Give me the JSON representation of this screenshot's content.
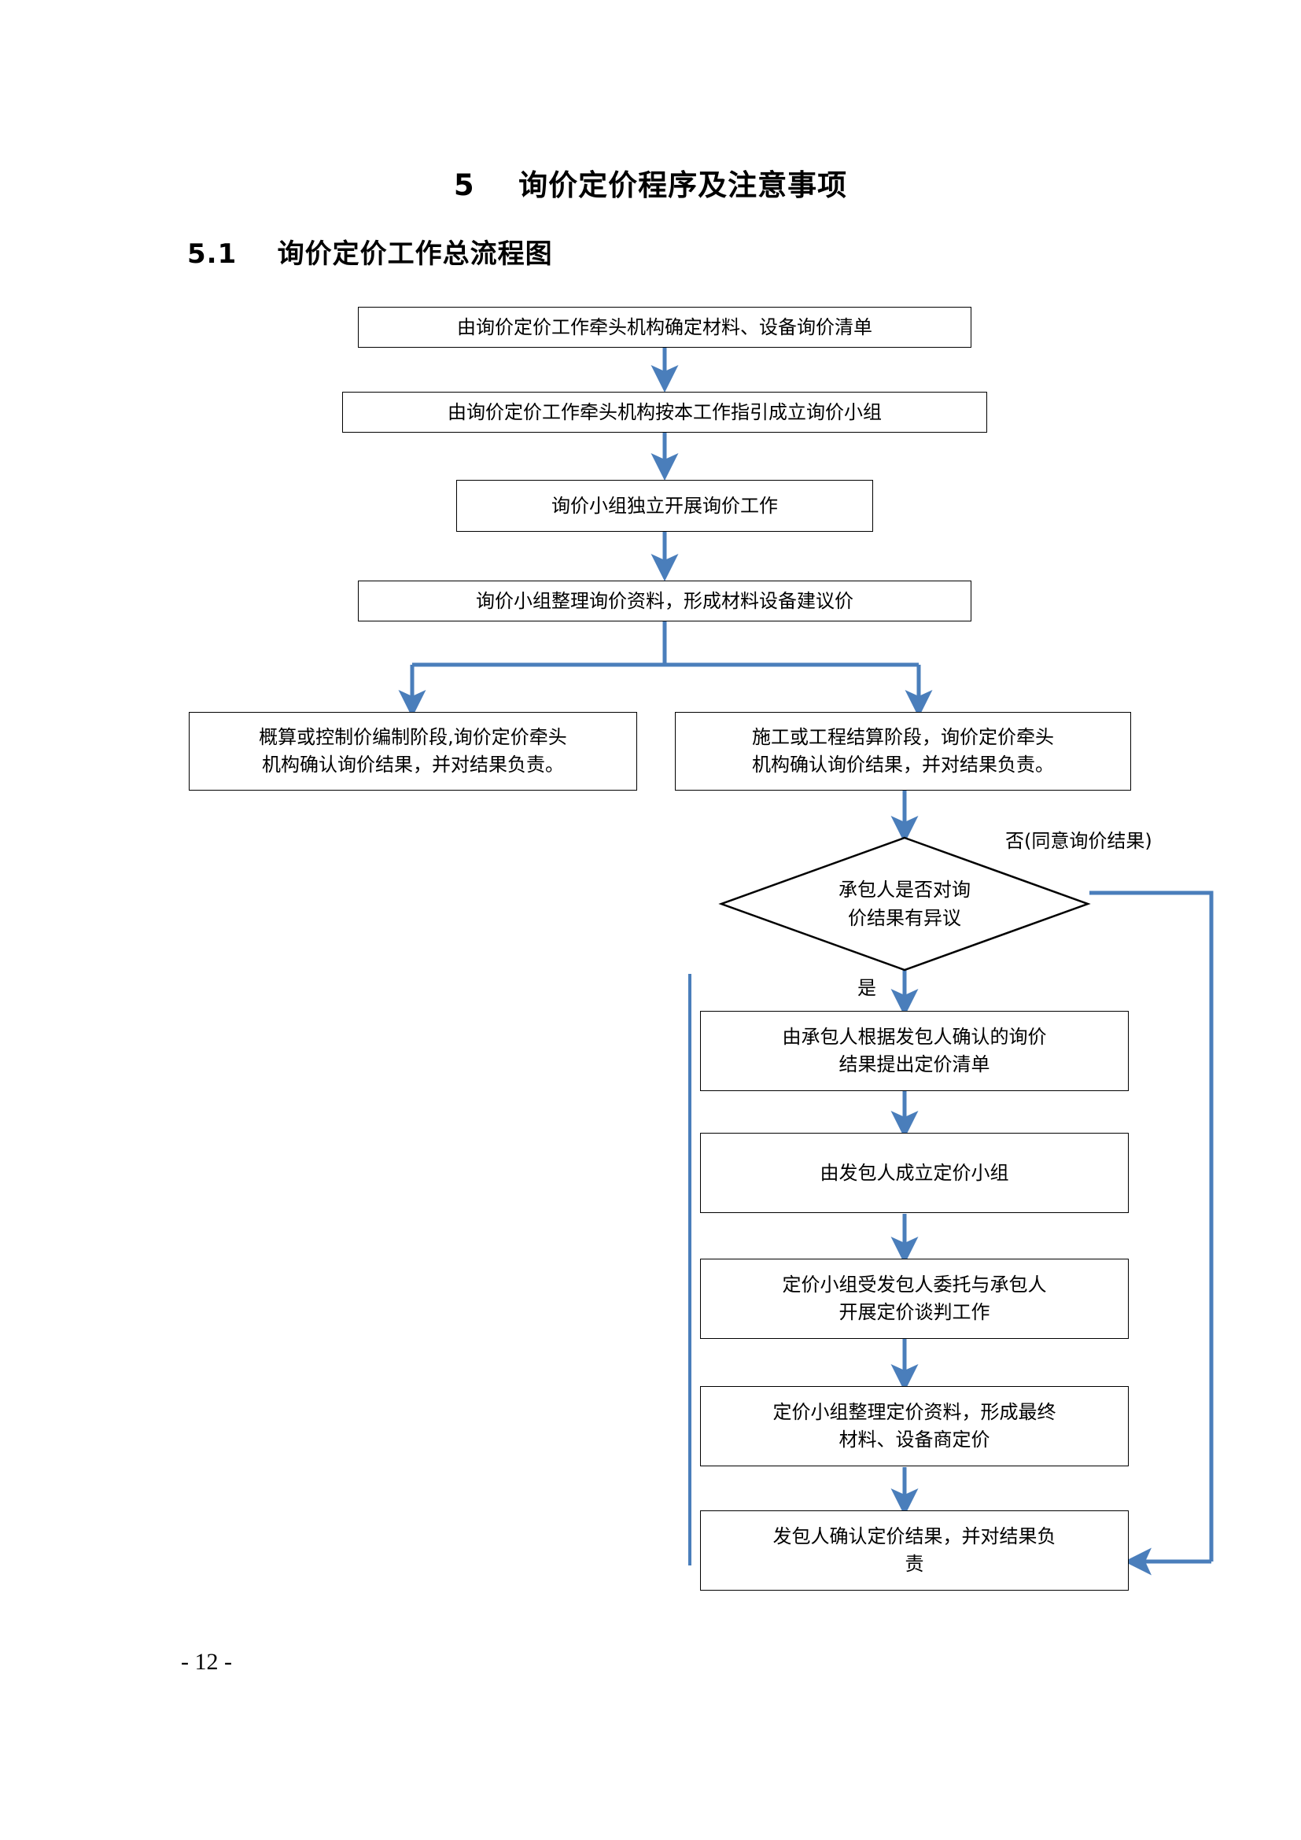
{
  "document": {
    "title": "5    询价定价程序及注意事项",
    "section_title": "5.1    询价定价工作总流程图",
    "page_number": "- 12 -"
  },
  "theme": {
    "arrow_color": "#4a7ebb",
    "node_border_color": "#000000",
    "text_color": "#000000",
    "background": "#ffffff"
  },
  "flowchart": {
    "nodes": {
      "n1": "由询价定价工作牵头机构确定材料、设备询价清单",
      "n2": "由询价定价工作牵头机构按本工作指引成立询价小组",
      "n3": "询价小组独立开展询价工作",
      "n4": "询价小组整理询价资料，形成材料设备建议价",
      "n5_left": "概算或控制价编制阶段,询价定价牵头\n机构确认询价结果，并对结果负责。",
      "n5_right": "施工或工程结算阶段，询价定价牵头\n机构确认询价结果，并对结果负责。",
      "decision": "承包人是否对询\n价结果有异议",
      "n6": "由承包人根据发包人确认的询价\n结果提出定价清单",
      "n7": "由发包人成立定价小组",
      "n8": "定价小组受发包人委托与承包人\n开展定价谈判工作",
      "n9": "定价小组整理定价资料，形成最终\n材料、设备商定价",
      "n10": "发包人确认定价结果，并对结果负\n责"
    },
    "edge_labels": {
      "no_branch": "否(同意询价结果)",
      "yes_branch": "是"
    }
  }
}
